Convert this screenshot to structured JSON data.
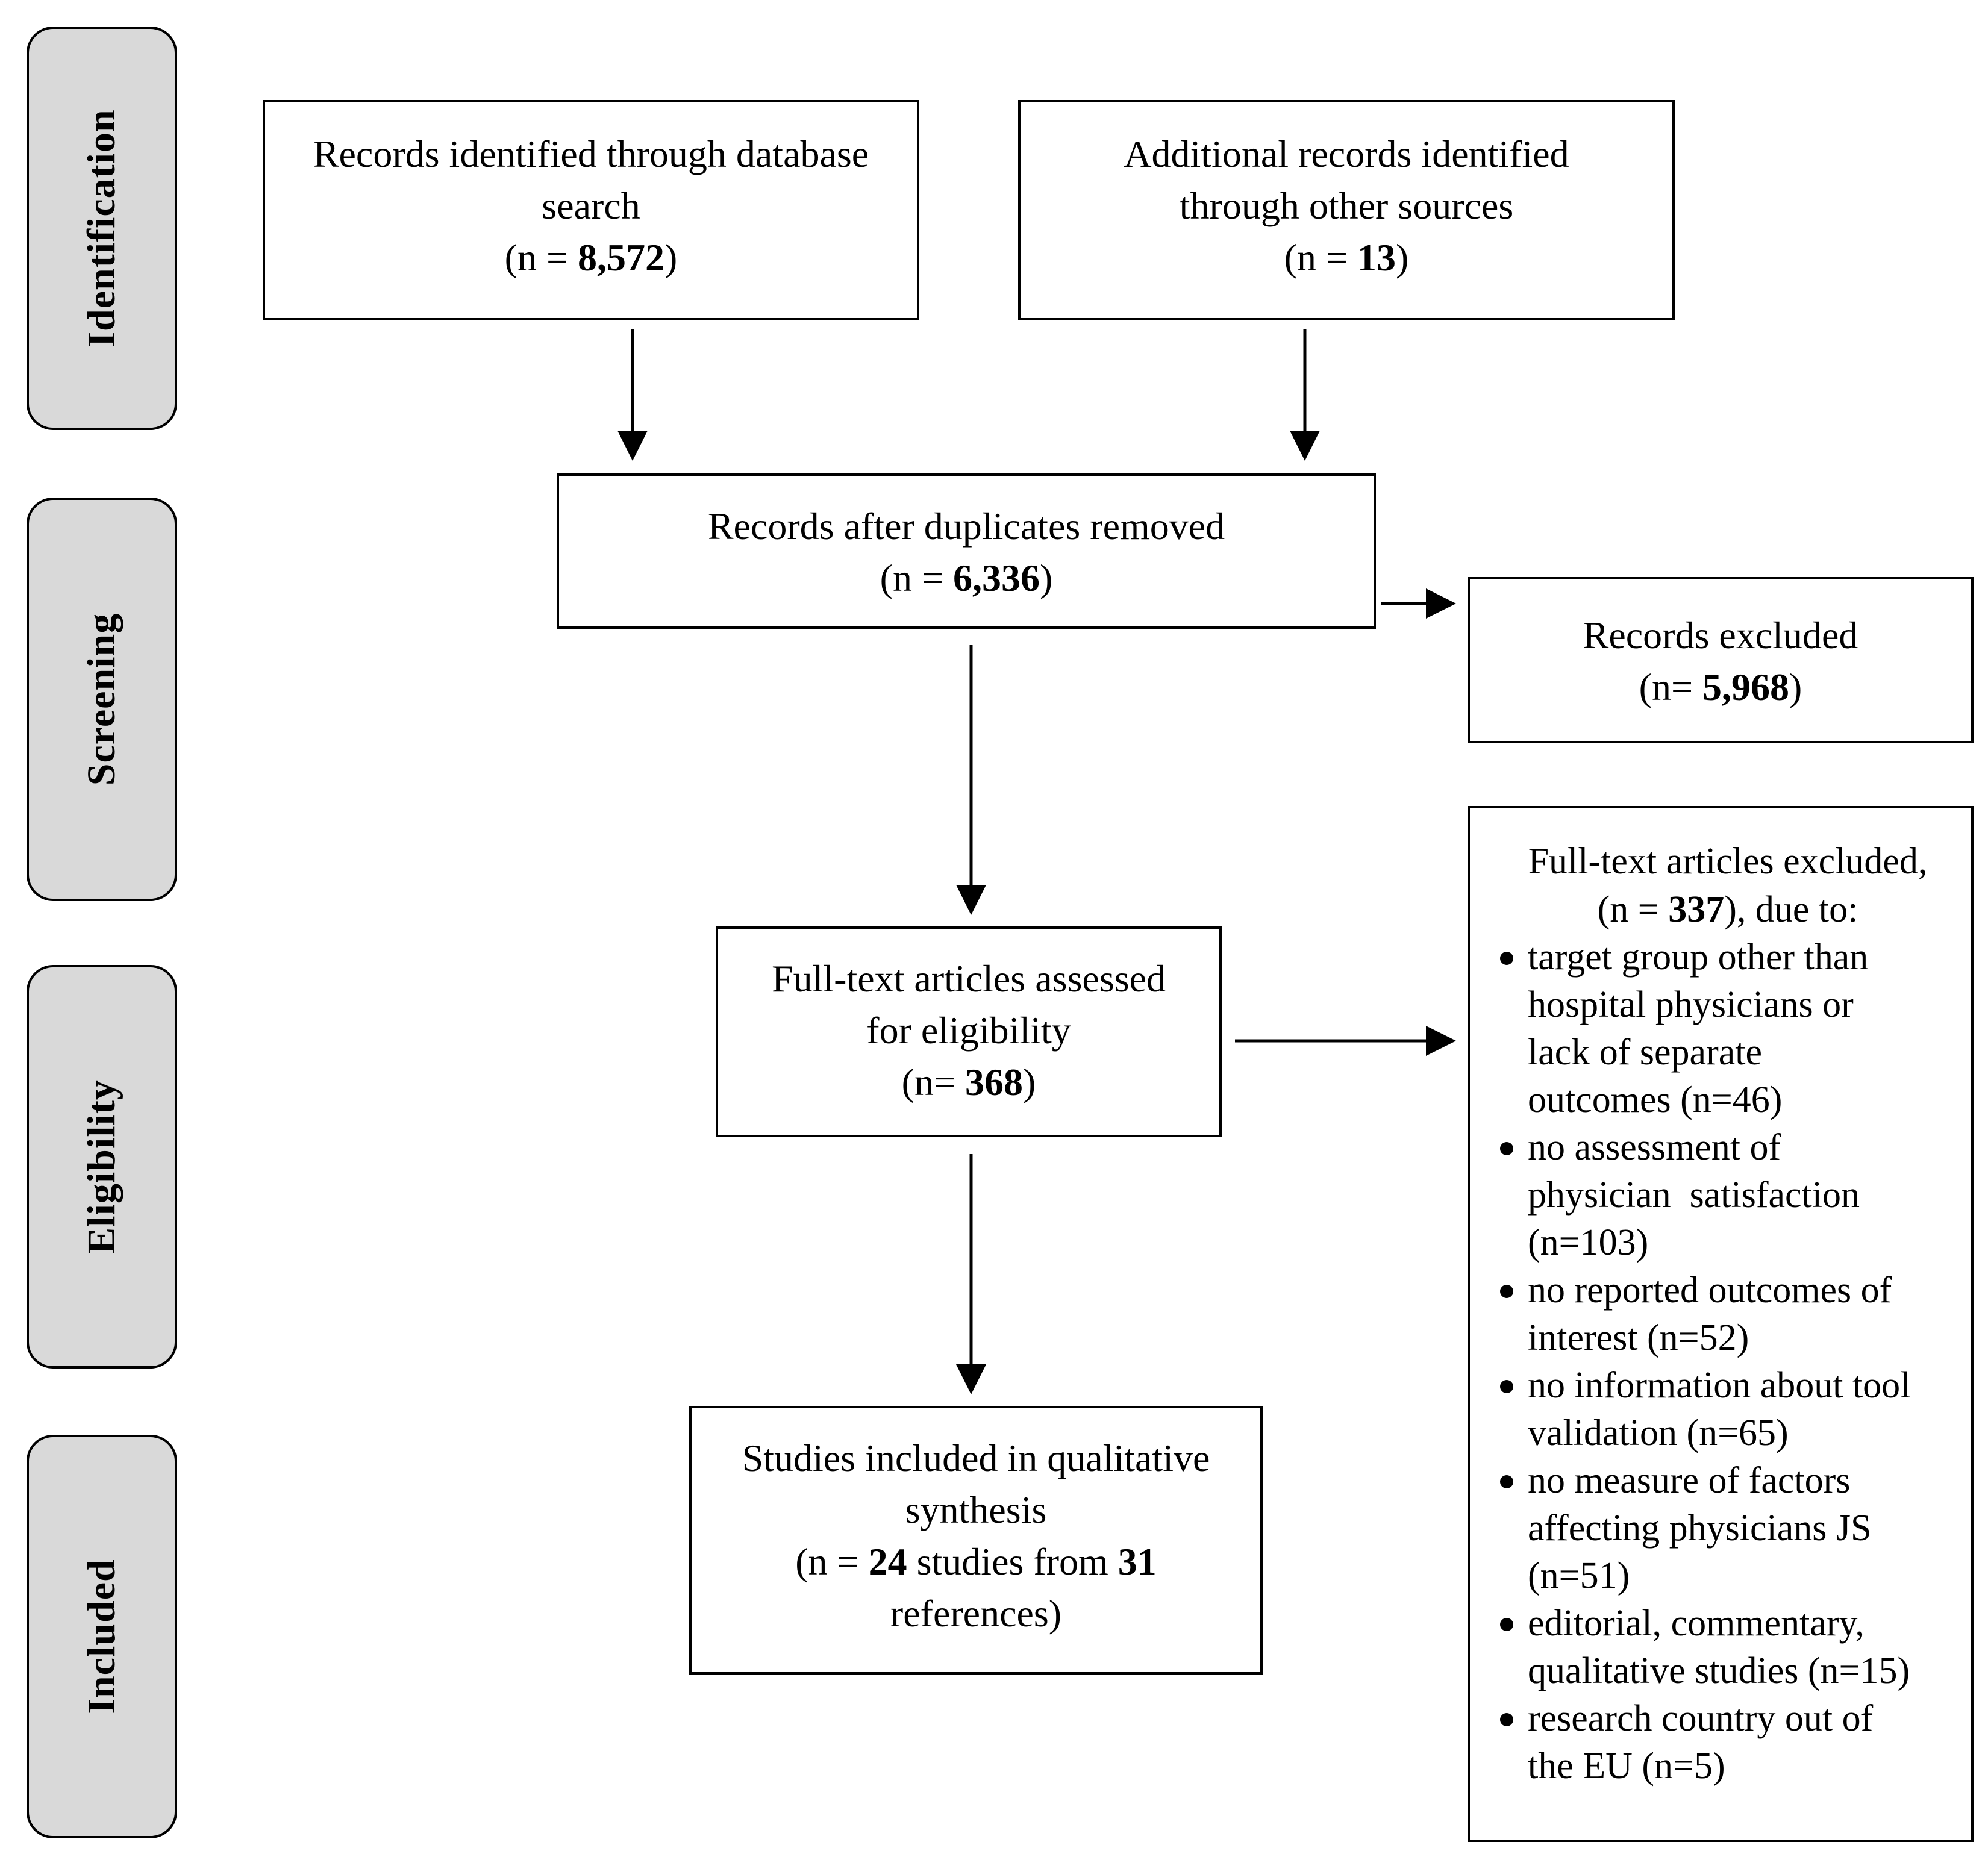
{
  "phases": {
    "identification": "Identification",
    "screening": "Screening",
    "eligibility": "Eligibility",
    "included": "Included"
  },
  "boxes": {
    "database_search": {
      "line1": "Records identified through database",
      "line2": "search",
      "count_prefix": "(n = ",
      "count": "8,572",
      "count_suffix": ")"
    },
    "other_sources": {
      "line1": "Additional records identified",
      "line2": "through other sources",
      "count_prefix": "(n = ",
      "count": "13",
      "count_suffix": ")"
    },
    "duplicates_removed": {
      "line1": "Records after duplicates removed",
      "count_prefix": "(n = ",
      "count": "6,336",
      "count_suffix": ")"
    },
    "records_excluded": {
      "line1": "Records excluded",
      "count_prefix": "(n= ",
      "count": "5,968",
      "count_suffix": ")"
    },
    "full_text_assessed": {
      "line1": "Full-text articles assessed",
      "line2": "for eligibility",
      "count_prefix": "(n= ",
      "count": "368",
      "count_suffix": ")"
    },
    "included_studies": {
      "line1": "Studies included in qualitative",
      "line2": "synthesis",
      "prefix": "(n = ",
      "studies": "24",
      "middle": " studies from ",
      "references": "31",
      "line4": "references)"
    },
    "full_text_excluded": {
      "head1": "Full-text articles excluded,",
      "head_prefix": "(n = ",
      "count": "337",
      "head_suffix": "), due to:",
      "reasons": [
        {
          "l1": "target group other than",
          "l2": "hospital physicians or",
          "l3": "lack of separate",
          "l4": "outcomes (n=46)"
        },
        {
          "l1": "no assessment of",
          "l2": "physician  satisfaction",
          "l3": "(n=103)"
        },
        {
          "l1": "no reported outcomes of",
          "l2": "interest (n=52)"
        },
        {
          "l1": "no information about tool",
          "l2": "validation (n=65)"
        },
        {
          "l1": "no measure of factors",
          "l2": "affecting physicians JS",
          "l3": "(n=51)"
        },
        {
          "l1": "editorial, commentary,",
          "l2": "qualitative studies (n=15)"
        },
        {
          "l1": "research country out of",
          "l2": "the EU (n=5)"
        }
      ]
    }
  }
}
